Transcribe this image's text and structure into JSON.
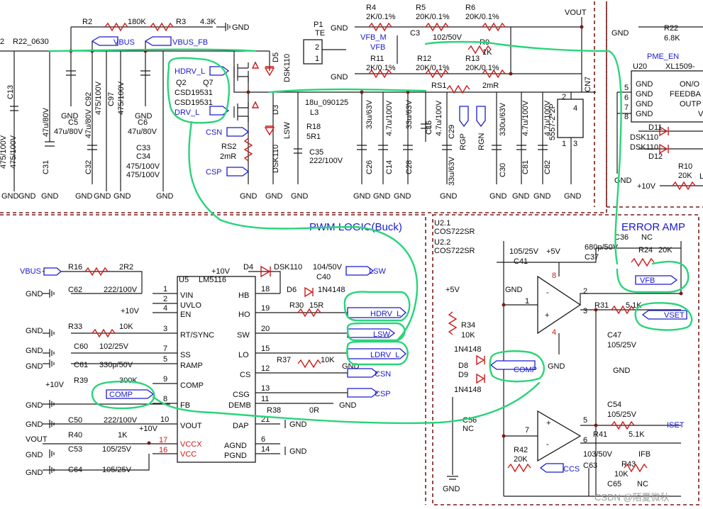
{
  "colors": {
    "wire": "#1a1a1a",
    "part": "#cc1a1a",
    "net_label": "#1a1acc",
    "highlight": "#2ad47a",
    "section_border": "#7a1a1a"
  },
  "sections": {
    "pwm_title": "PWM LOGIC(Buck)",
    "error_amp_title": "ERROR AMP"
  },
  "nets": {
    "vbus": "VBUS",
    "vbus_fb": "VBUS_FB",
    "vout": "VOUT",
    "vfb_m": "VFB_M",
    "vfb": "VFB",
    "hdrv_l": "HDRV_L",
    "drv_l": "DRV_L",
    "csn": "CSN",
    "csp": "CSP",
    "lsw": "LSW",
    "ldrv_l": "LDRV_L",
    "comp": "COMP",
    "vset": "VSET",
    "iset": "ISET",
    "ifb": "IFB",
    "ccs": "CCS",
    "gnd": "GND",
    "p10v": "+10V",
    "p5v": "+5V",
    "pme_en": "PME_EN",
    "rgp": "RGP",
    "rgn": "RGN"
  },
  "u5": {
    "ref": "U5",
    "part": "LM5116",
    "left_pins": [
      {
        "num": "1",
        "name": "VIN"
      },
      {
        "num": "2",
        "name": "UVLO"
      },
      {
        "num": "4",
        "name": "EN"
      },
      {
        "num": "3",
        "name": "RT/SYNC"
      },
      {
        "num": "7",
        "name": "SS"
      },
      {
        "num": "5",
        "name": "RAMP"
      },
      {
        "num": "9",
        "name": "COMP"
      },
      {
        "num": "8",
        "name": "FB"
      },
      {
        "num": "10",
        "name": "VOUT"
      },
      {
        "num": "17",
        "name": "VCCX"
      },
      {
        "num": "16",
        "name": "VCC"
      }
    ],
    "right_pins": [
      {
        "num": "18",
        "name": "HB"
      },
      {
        "num": "19",
        "name": "HO"
      },
      {
        "num": "20",
        "name": "SW"
      },
      {
        "num": "15",
        "name": "LO"
      },
      {
        "num": "12",
        "name": "CS"
      },
      {
        "num": "13",
        "name": "CSG"
      },
      {
        "num": "11",
        "name": "DEMB"
      },
      {
        "num": "21",
        "name": "DAP"
      },
      {
        "num": "6",
        "name": "AGND"
      },
      {
        "num": "14",
        "name": "PGND"
      }
    ]
  },
  "u2": {
    "sections": [
      "U2.1",
      "U2.2"
    ],
    "part": "COS722SR",
    "pins": [
      "8",
      "4",
      "2",
      "3",
      "1",
      "5",
      "6",
      "7"
    ]
  },
  "u20": {
    "ref": "U20",
    "part": "XL1509-",
    "pins_left": [
      {
        "num": "5",
        "name": "GND"
      },
      {
        "num": "6",
        "name": "GND"
      },
      {
        "num": "7",
        "name": "GND"
      },
      {
        "num": "8",
        "name": "GND"
      }
    ],
    "right_text": [
      "ON/O",
      "FEEDBA",
      "OUTP",
      "V"
    ]
  },
  "cn7": {
    "ref": "CN7",
    "part": "5557-2*2P",
    "pins": [
      "2",
      "4",
      "1",
      "3"
    ]
  },
  "p1": {
    "ref": "P1",
    "part": "TE",
    "pins": [
      "2",
      "1"
    ]
  },
  "transistors": {
    "q2": "Q2",
    "q7": "Q7",
    "part_a": "CSD19531",
    "part_b": "CSD19531"
  },
  "labels": {
    "r2": "R2",
    "r2v": "180K",
    "r3": "R3",
    "r3v": "4.3K",
    "r22_0630": "R22_0630",
    "l2": "2",
    "c13": "C13",
    "c31": "C31",
    "c31v": "47u/80V",
    "c5": "C5",
    "c5v": "47u/80V",
    "c32": "C32",
    "c32v": "47u/80V",
    "c92": "C92",
    "c92v": "475/100V",
    "c97": "C97",
    "c97v": "475/100V",
    "c6": "C6",
    "c6v": "47u/80V",
    "c33": "C33",
    "c34": "C34",
    "c33v": "475/100V",
    "c34v": "475/100V",
    "c_l1": "475/100V",
    "c_l2": "475/100V",
    "d5": "D5",
    "d5v": "DSK110",
    "d3": "D3",
    "d3v": "DSK110",
    "lsw_pin": "LSW",
    "l3": "L3",
    "l3v": "18u_090125",
    "r18": "R18",
    "r18v": "5R1",
    "c35": "C35",
    "c35v": "222/100V",
    "rs2": "RS2",
    "rs2v": "2mR",
    "rs1": "RS1",
    "rs1v": "2mR",
    "r4": "R4",
    "r4v": "2K/0.1%",
    "r5": "R5",
    "r5v": "20K/0.1%",
    "r6": "R6",
    "r6v": "20K/0.1%",
    "c3": "C3",
    "c3v": "102/50V",
    "r9": "R9",
    "r9v": "1K",
    "r11": "R11",
    "r11v": "2K/0.1%",
    "r12": "R12",
    "r12v": "20K/0.1%",
    "r13": "R13",
    "r13v": "20K/0.1%",
    "c26": "C26",
    "c26v": "33u/63V",
    "c14": "C14",
    "c14v": "4.7u/100V",
    "c28": "C28",
    "c28v": "33u/63V",
    "c15": "C15",
    "c15v": "4.7u/100V",
    "c29": "C29",
    "c29v": "33u/63V",
    "c30": "C30",
    "c30v": "330u/63V",
    "c81": "C81",
    "c81v": "4.7u/100V",
    "c82": "C82",
    "c82v": "4.7u/100V",
    "r22": "R22",
    "r22v": "6.8K",
    "d11": "D11",
    "d12": "D12",
    "d11v": "DSK110",
    "d12v": "DSK110",
    "r10": "R10",
    "r10v": "20K",
    "l_edge": "L",
    "r16": "R16",
    "r16v": "2R2",
    "c62": "C62",
    "c62v": "222/100V",
    "r33": "R33",
    "r33v": "10K",
    "c60": "C60",
    "c60v": "102/25V",
    "c61": "C61",
    "c61v": "330p/50V",
    "r39": "R39",
    "r39v": "300K",
    "c50": "C50",
    "c50v": "222/100V",
    "r40": "R40",
    "r40v": "1K",
    "c53": "C53",
    "c53v": "105/25V",
    "c64": "C64",
    "c64v": "105/25V",
    "d4": "D4",
    "d4v": "DSK110",
    "c40": "C40",
    "c40v": "104/50V",
    "d6": "D6",
    "d6v": "1N4148",
    "r30": "R30",
    "r30v": "15R",
    "r37": "R37",
    "r37v": "10K",
    "r38": "R38",
    "r38v": "0R",
    "c41": "C41",
    "c41v": "105/25V",
    "c37": "C37",
    "c37v": "680p/50V",
    "c36": "C36",
    "c36v": "NC",
    "r24": "R24",
    "r24v": "20K",
    "r34": "R34",
    "r34v": "10K",
    "d8": "D8",
    "d9": "D9",
    "d8v": "1N4148",
    "d9v": "1N4148",
    "r31": "R31",
    "r31v": "5.1K",
    "c47": "C47",
    "c47v": "105/25V",
    "c54": "C54",
    "c54v": "105/25V",
    "r41": "R41",
    "r41v": "5.1K",
    "c56": "C56",
    "c56v": "NC",
    "r42": "R42",
    "r42v": "20K",
    "c63": "C63",
    "c63v": "103/50V",
    "r43": "R43",
    "r43v": "10K",
    "c65": "C65",
    "c65v": "NC"
  },
  "watermark": "CSDN @陌夏微秋"
}
